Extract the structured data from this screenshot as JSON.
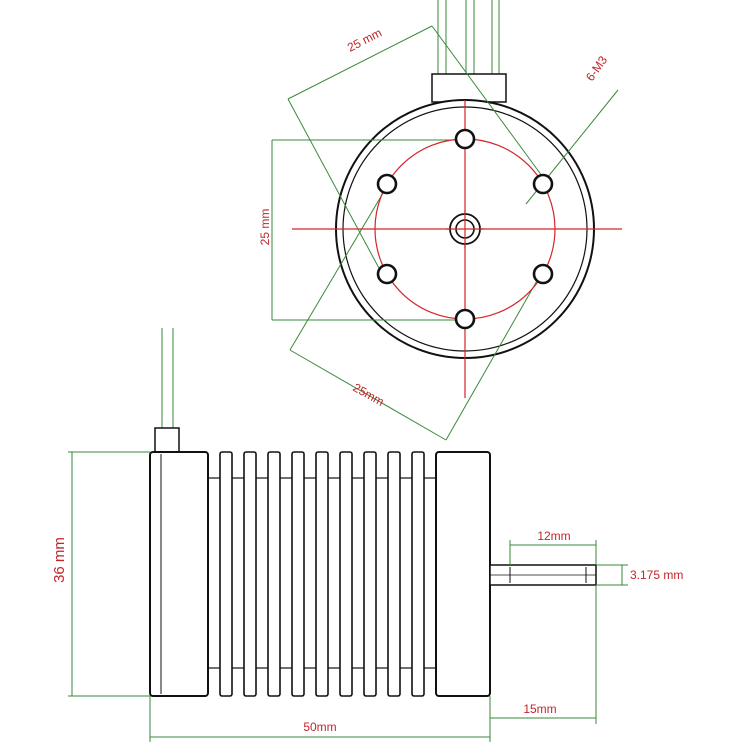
{
  "colors": {
    "dimension_line": "#3a8a3a",
    "dimension_text": "#c0262b",
    "center_line": "#d3262b",
    "outline": "#111111"
  },
  "labels": {
    "top_diag_upper": "25 mm",
    "vertical_left": "25 mm",
    "diag_lower": "25mm",
    "holes": "6-M3",
    "height": "36 mm",
    "shaft_len": "12mm",
    "shaft_dia": "3.175 mm",
    "shaft_ext": "15mm",
    "body_len": "50mm"
  }
}
